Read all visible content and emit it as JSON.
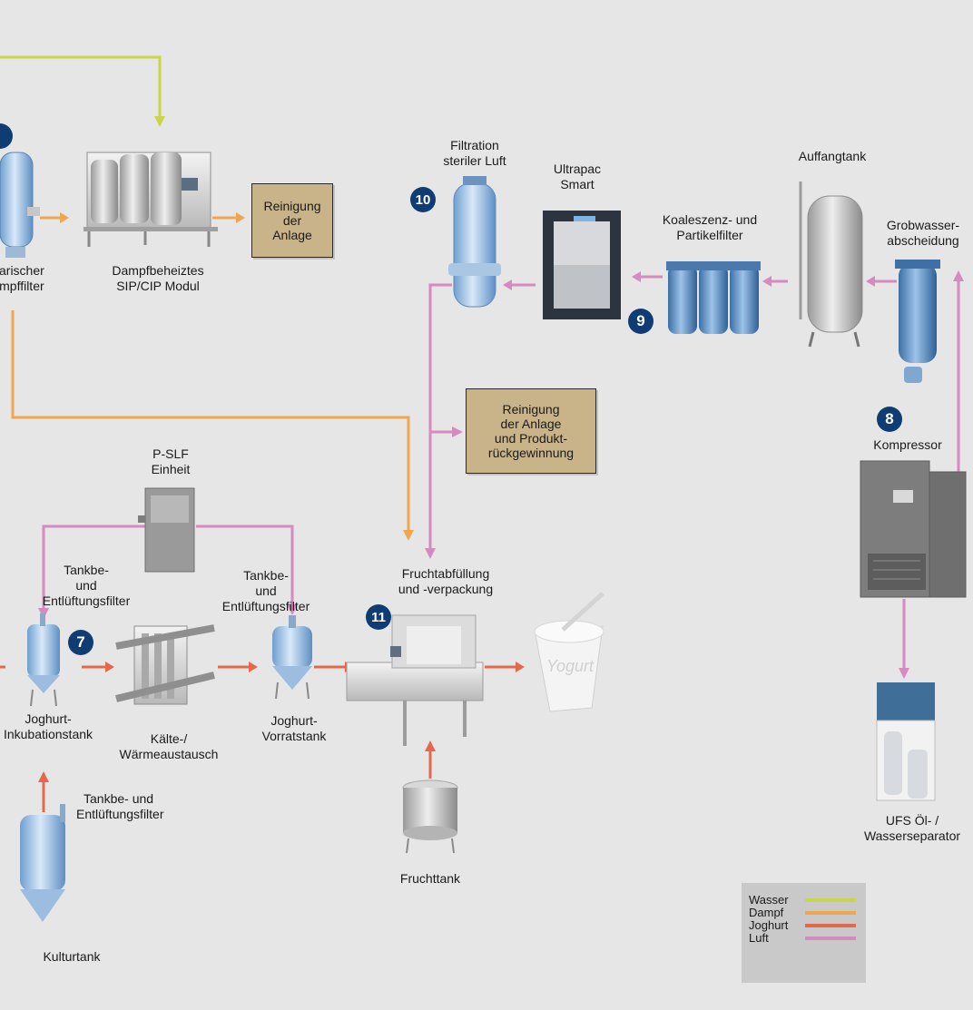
{
  "colors": {
    "water": "#c8d64a",
    "steam": "#eea64f",
    "yogurt": "#e4694c",
    "air": "#d58ac0",
    "badge": "#0f3d73",
    "box": "#c9b48a",
    "equipment_blue": "#8fb8e0"
  },
  "badges": {
    "b8": "8",
    "b9": "9",
    "b10": "10",
    "b11": "11",
    "b7": "7",
    "b6": ""
  },
  "labels": {
    "steam_filter_a": "narischer",
    "steam_filter_b": "ampffilter",
    "sip_cip_a": "Dampfbeheiztes",
    "sip_cip_b": "SIP/CIP Modul",
    "filtration_a": "Filtration",
    "filtration_b": "steriler Luft",
    "ultrapac_a": "Ultrapac",
    "ultrapac_b": "Smart",
    "auffangtank": "Auffangtank",
    "koaleszenz_a": "Koaleszenz- und",
    "koaleszenz_b": "Partikelfilter",
    "grobwasser_a": "Grobwasser-",
    "grobwasser_b": "abscheidung",
    "kompressor": "Kompressor",
    "pslf_a": "P-SLF",
    "pslf_b": "Einheit",
    "tankbe1_a": "Tankbe-",
    "tankbe1_b": "und",
    "tankbe1_c": "Entlüftungsfilter",
    "tankbe2_a": "Tankbe-",
    "tankbe2_b": "und",
    "tankbe2_c": "Entlüftungsfilter",
    "frucht_a": "Fruchtabfüllung",
    "frucht_b": "und -verpackung",
    "inkub_a": "Joghurt-",
    "inkub_b": "Inkubationstank",
    "kaelte_a": "Kälte-/",
    "kaelte_b": "Wärmeaustausch",
    "vorrat_a": "Joghurt-",
    "vorrat_b": "Vorratstank",
    "tankbe3_a": "Tankbe- und",
    "tankbe3_b": "Entlüftungsfilter",
    "kulturtank": "Kulturtank",
    "fruchttank": "Fruchttank",
    "ufs_a": "UFS Öl- /",
    "ufs_b": "Wasserseparator",
    "yogurt_cup": "Yogurt"
  },
  "boxes": {
    "reinigung1": "Reinigung\nder\nAnlage",
    "reinigung2": "Reinigung\nder Anlage\nund Produkt-\nrückgewinnung"
  },
  "legend": [
    {
      "name": "Wasser",
      "color": "#c8d64a"
    },
    {
      "name": "Dampf",
      "color": "#eea64f"
    },
    {
      "name": "Joghurt",
      "color": "#e4694c"
    },
    {
      "name": "Luft",
      "color": "#d58ac0"
    }
  ]
}
